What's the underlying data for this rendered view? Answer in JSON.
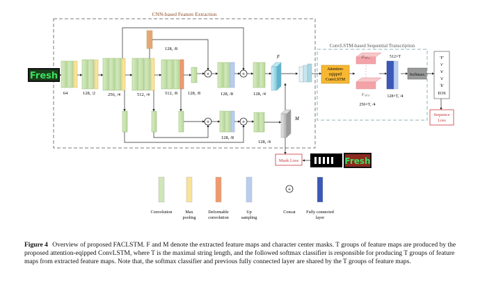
{
  "diagram": {
    "cnn_title": "CNN-based Feature Extraction",
    "lstm_title": "ConvLSTM-based Sequential Transcription",
    "input_word": "Fresh",
    "mask_word": "Fresh",
    "dims": {
      "d64": "64",
      "d128_2": "128, /2",
      "d256_4": "256, /4",
      "d512_4": "512, /4",
      "d512_8": "512, /8",
      "d128_8_top": "128, /8",
      "d128_8_a": "128, /8",
      "d128_4_a": "128, /4",
      "d128_8_b": "128, /8",
      "d128_4_b": "128, /4",
      "d512t": "512×T",
      "d128t": "128×T, /4",
      "d256t": "256×T, /4"
    },
    "F": "F",
    "M": "M",
    "attention_label": [
      "Attention-",
      "eqipped",
      "ConvLSTM"
    ],
    "f_top": "F'ₐₜₜ,₁",
    "f_bottom": "F'ₐₜₜ,ₜ",
    "softmax": "Softmax",
    "mask_loss": "Mask Loss",
    "sequence_loss": [
      "Sequence",
      "Loss"
    ],
    "output_chars": [
      "'F'",
      "'r'",
      "'e'",
      "'s'",
      "'h'",
      "EOS"
    ]
  },
  "legend": [
    {
      "label": [
        "Convolution"
      ],
      "color": "#cfe6b8"
    },
    {
      "label": [
        "Max",
        "pooling"
      ],
      "color": "#f8e39a"
    },
    {
      "label": [
        "Deformable",
        "convolution"
      ],
      "color": "#ef9a6c"
    },
    {
      "label": [
        "Up",
        "sampling"
      ],
      "color": "#b9cdf0"
    },
    {
      "label": [
        "Concat"
      ],
      "color": "#ffffff"
    },
    {
      "label": [
        "Fully connected",
        "layer"
      ],
      "color": "#3a59b7"
    }
  ],
  "caption": {
    "label": "Figure 4",
    "text": "Overview of proposed FACLSTM. F and M denote the extracted feature maps and character center masks. T groups of feature maps are produced by the proposed attention-eqipped ConvLSTM, where T is the maximal string length, and the followed softmax classifier is responsible for producing T groups of feature maps from extracted feature maps. Note that, the softmax classifier and previous fully connected layer are shared by the T groups of feature maps."
  },
  "colors": {
    "conv": "#cfe6b8",
    "pool": "#f8e39a",
    "deform": "#ef9a6c",
    "up": "#b9cdf0",
    "fc": "#3a59b7",
    "attention": "#f7b733",
    "pink": "#f3a3a8",
    "dash_border": "#7a7a7a",
    "lstm_border": "#8fb2b5",
    "loss_border": "#c8343b",
    "teal": "#9fd8e6"
  }
}
